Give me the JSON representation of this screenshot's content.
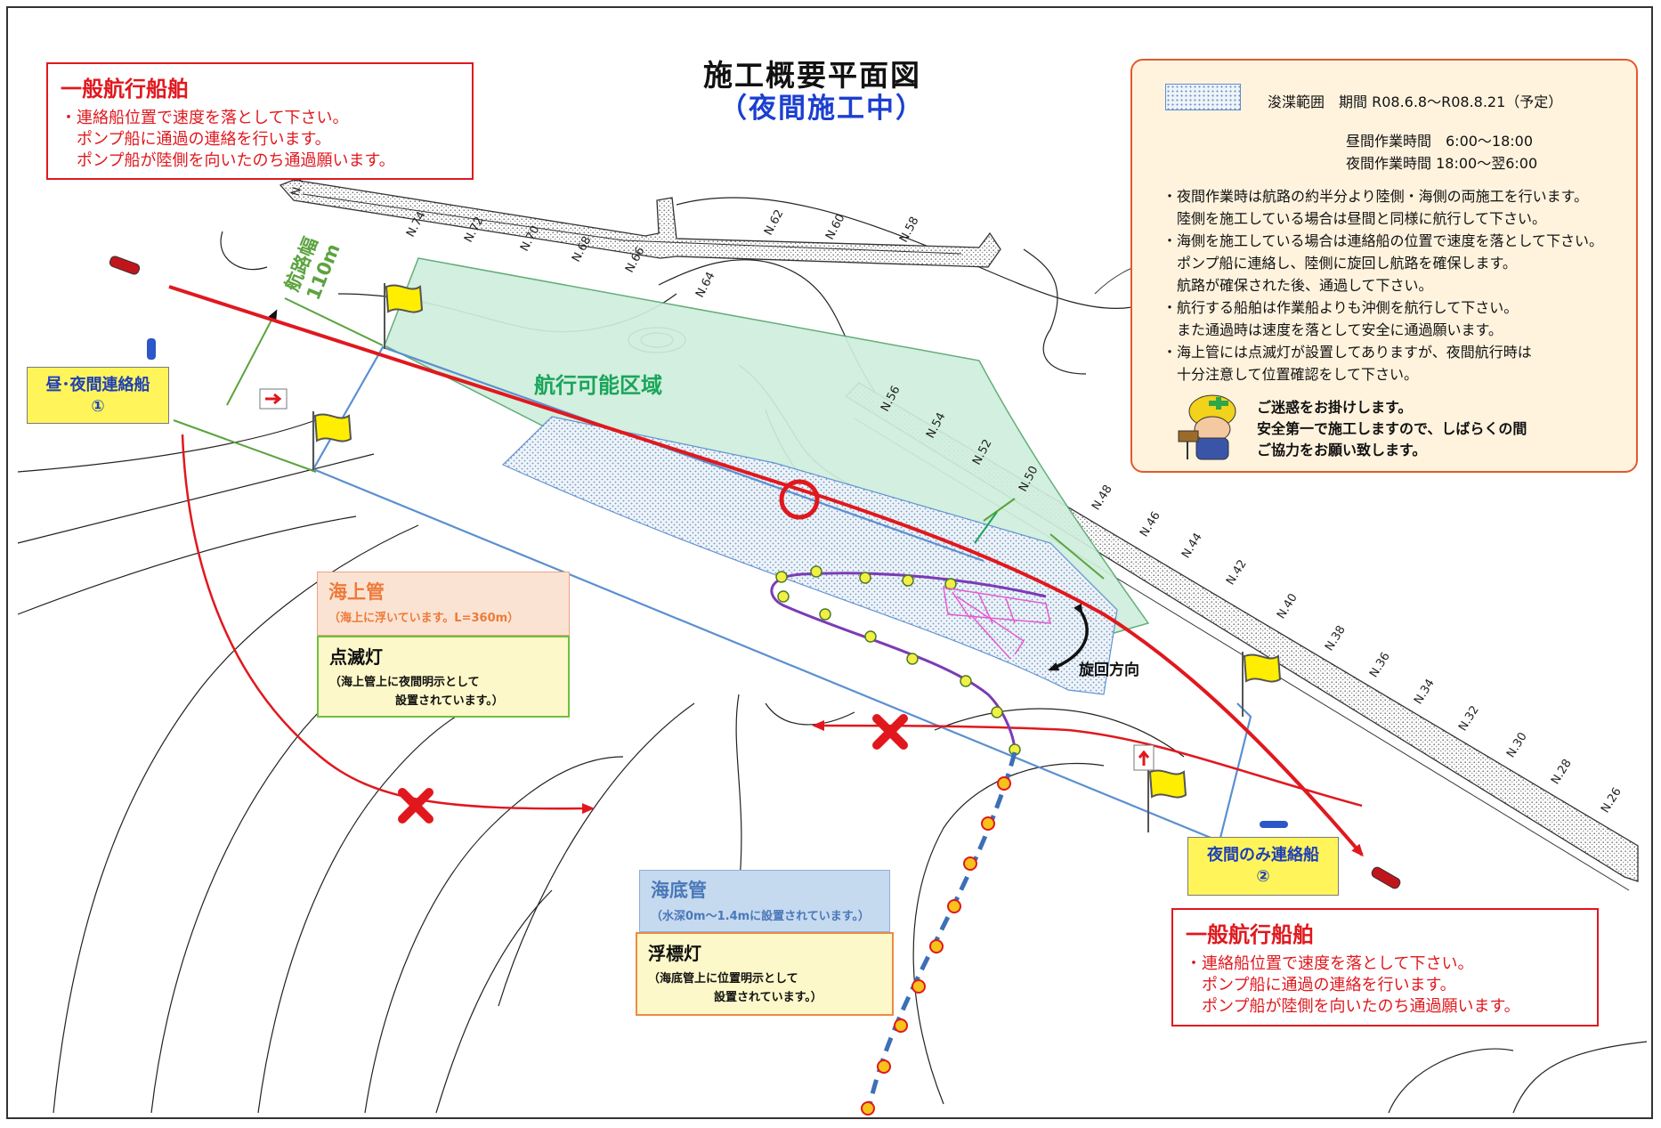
{
  "title": "施工概要平面図",
  "subtitle": "（夜間施工中）",
  "notice_top_left": {
    "heading": "一般航行船舶",
    "lines": [
      "・連絡船位置で速度を落として下さい。",
      "　ポンプ船に通過の連絡を行います。",
      "　ポンプ船が陸側を向いたのち通過願います。"
    ]
  },
  "notice_bottom_right": {
    "heading": "一般航行船舶",
    "lines": [
      "・連絡船位置で速度を落として下さい。",
      "　ポンプ船に通過の連絡を行います。",
      "　ポンプ船が陸側を向いたのち通過願います。"
    ]
  },
  "liaison_boat_1": {
    "line1": "昼･夜間連絡船",
    "line2": "①"
  },
  "liaison_boat_2": {
    "line1": "夜間のみ連絡船",
    "line2": "②"
  },
  "navigable_area_label": "航行可能区域",
  "channel_width_label": "航路幅",
  "channel_width_value": "110m",
  "rotation_label": "旋回方向",
  "floating_pipe": {
    "title": "海上管",
    "note": "（海上に浮いています。L=360m）"
  },
  "flashing_light": {
    "title": "点滅灯",
    "note1": "（海上管上に夜間明示として",
    "note2": "設置されています。）"
  },
  "seabed_pipe": {
    "title": "海底管",
    "note": "（水深0m～1.4mに設置されています。）"
  },
  "buoy_light": {
    "title": "浮標灯",
    "note1": "（海底管上に位置明示として",
    "note2": "設置されています。）"
  },
  "legend": {
    "dredge_label": "浚渫範囲　期間 R08.6.8～R08.8.21（予定）",
    "day_hours": "昼間作業時間　6:00～18:00",
    "night_hours": "夜間作業時間 18:00～翌6:00",
    "notes": [
      "・夜間作業時は航路の約半分より陸側・海側の両施工を行います。",
      "　陸側を施工している場合は昼間と同様に航行して下さい。",
      "・海側を施工している場合は連絡船の位置で速度を落として下さい。",
      "　ポンプ船に連絡し、陸側に旋回し航路を確保します。",
      "　航路が確保された後、通過して下さい。",
      "・航行する船舶は作業船よりも沖側を航行して下さい。",
      "　また通過時は速度を落として安全に通過願います。",
      "・海上管には点滅灯が設置してありますが、夜間航行時は",
      "　十分注意して位置確認をして下さい。"
    ],
    "apology": [
      "ご迷惑をお掛けします。",
      "安全第一で施工しますので、しばらくの間",
      "ご協力をお願い致します。"
    ]
  },
  "station_labels": [
    "N.78",
    "N.74",
    "N.72",
    "N.70",
    "N.68",
    "N.66",
    "N.64",
    "N.62",
    "N.60",
    "N.58",
    "N.56",
    "N.54",
    "N.52",
    "N.50",
    "N.48",
    "N.46",
    "N.44",
    "N.42",
    "N.40",
    "N.38",
    "N.36",
    "N.34",
    "N.32",
    "N.30",
    "N.28",
    "N.26"
  ],
  "colors": {
    "route_red": "#e0181e",
    "navigable_green": "#cfeedd",
    "dredge_blue": "#b9d4ec",
    "boundary_blue": "#5b8fd1",
    "floating_pipe_purple": "#7b3bb5",
    "seabed_pipe_blue": "#3c6fb6",
    "flag_yellow": "#ffee00",
    "legend_bg": "#fff3de",
    "legend_border": "#e25a2b"
  }
}
